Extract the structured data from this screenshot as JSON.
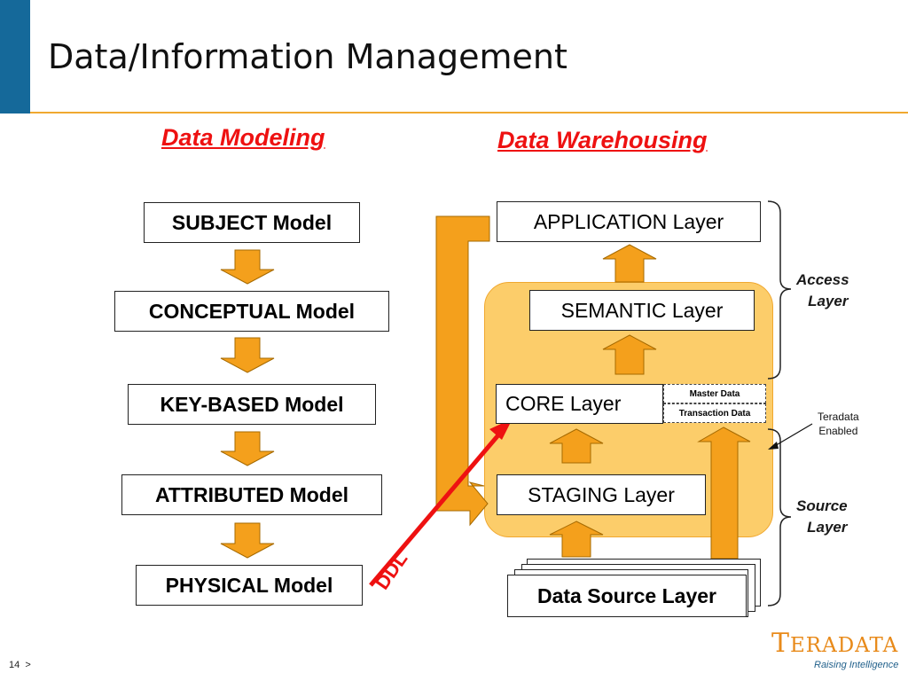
{
  "title": "Data/Information Management",
  "headings": {
    "left": "Data Modeling",
    "right": "Data Warehousing"
  },
  "modeling_steps": [
    "SUBJECT Model",
    "CONCEPTUAL Model",
    "KEY-BASED Model",
    "ATTRIBUTED Model",
    "PHYSICAL Model"
  ],
  "layers": {
    "application": "APPLICATION Layer",
    "semantic": "SEMANTIC Layer",
    "core": "CORE Layer",
    "staging": "STAGING Layer",
    "data_source": "Data Source Layer"
  },
  "core_details": {
    "master": "Master Data",
    "transaction": "Transaction Data"
  },
  "brace_labels": {
    "access": {
      "line1": "Access",
      "line2": "Layer"
    },
    "source": {
      "line1": "Source",
      "line2": "Layer"
    }
  },
  "note": {
    "line1": "Teradata",
    "line2": "Enabled"
  },
  "ddl_label": "DDL",
  "logo": {
    "t": "T",
    "rest": "ERADATA",
    "tagline": "Raising Intelligence"
  },
  "footer": {
    "page": "14",
    "nav": ">"
  },
  "colors": {
    "accent_blue": "#15699a",
    "rule_orange": "#f0a830",
    "arrow_orange": "#f4a01c",
    "heading_red": "#ee1111",
    "highlight_bg": "#fccd6a"
  }
}
